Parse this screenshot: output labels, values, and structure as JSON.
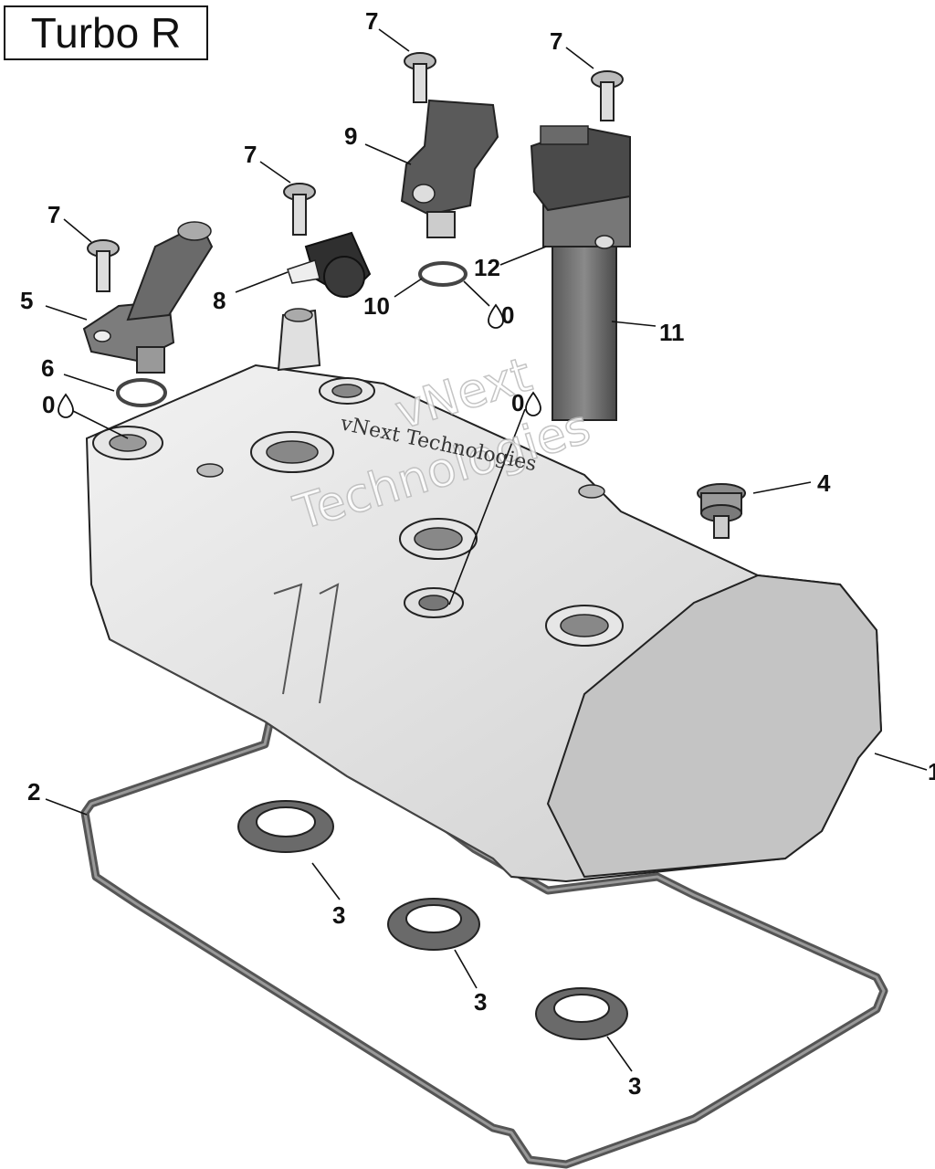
{
  "model_label": "Turbo R",
  "callouts": {
    "c1": "1",
    "c2": "2",
    "c3a": "3",
    "c3b": "3",
    "c3c": "3",
    "c4": "4",
    "c5": "5",
    "c6": "6",
    "c7a": "7",
    "c7b": "7",
    "c7c": "7",
    "c7d": "7",
    "c8": "8",
    "c9": "9",
    "c10": "10",
    "c11": "11",
    "c12": "12",
    "oil_a": "0",
    "oil_b": "0",
    "oil_c": "0"
  },
  "watermark": {
    "line": "vNext Technologies",
    "big_1": "vNext",
    "big_2": "Technologies"
  }
}
